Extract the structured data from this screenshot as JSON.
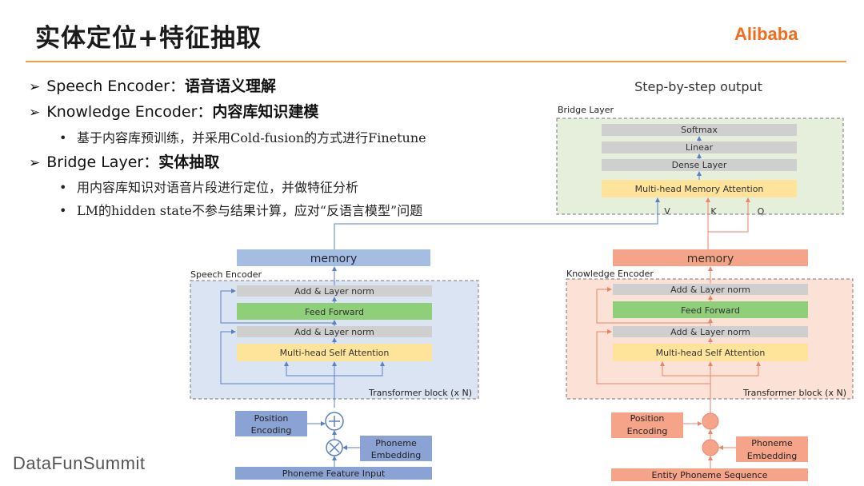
{
  "header": {
    "title": "实体定位+特征抽取",
    "brand": "Alibaba",
    "accent_color": "#f0a040",
    "brand_color": "#f26b1d"
  },
  "bullets": [
    {
      "term": "Speech Encoder：",
      "desc": "语音语义理解",
      "subs": []
    },
    {
      "term": "Knowledge Encoder：",
      "desc": "内容库知识建模",
      "subs": [
        "基于内容库预训练，并采用Cold-fusion的方式进行Finetune"
      ]
    },
    {
      "term": "Bridge Layer：",
      "desc": "实体抽取",
      "subs": [
        "用内容库知识对语音片段进行定位，并做特征分析",
        "LM的hidden state不参与结果计算，应对“反语言模型”问题"
      ]
    }
  ],
  "diagram": {
    "step_output": "Step-by-step output",
    "bridge": {
      "label": "Bridge Layer",
      "layers": [
        "Softmax",
        "Linear",
        "Dense Layer",
        "Multi-head Memory Attention"
      ],
      "inputs": [
        "V",
        "K",
        "Q"
      ]
    },
    "speech": {
      "label": "Speech Encoder",
      "memory": "memory",
      "layers": [
        "Add & Layer norm",
        "Feed Forward",
        "Add & Layer norm",
        "Multi-head Self Attention"
      ],
      "block_label": "Transformer block (x N)",
      "position": "Position Encoding",
      "embedding": "Phoneme Embedding",
      "input": "Phoneme Feature Input"
    },
    "knowledge": {
      "label": "Knowledge Encoder",
      "memory": "memory",
      "layers": [
        "Add & Layer norm",
        "Feed Forward",
        "Add & Layer norm",
        "Multi-head Self Attention"
      ],
      "block_label": "Transformer block (x N)",
      "position": "Position Encoding",
      "embedding": "Phoneme Embedding",
      "input": "Entity Phoneme Sequence"
    }
  },
  "watermark": "DataFunSummit"
}
